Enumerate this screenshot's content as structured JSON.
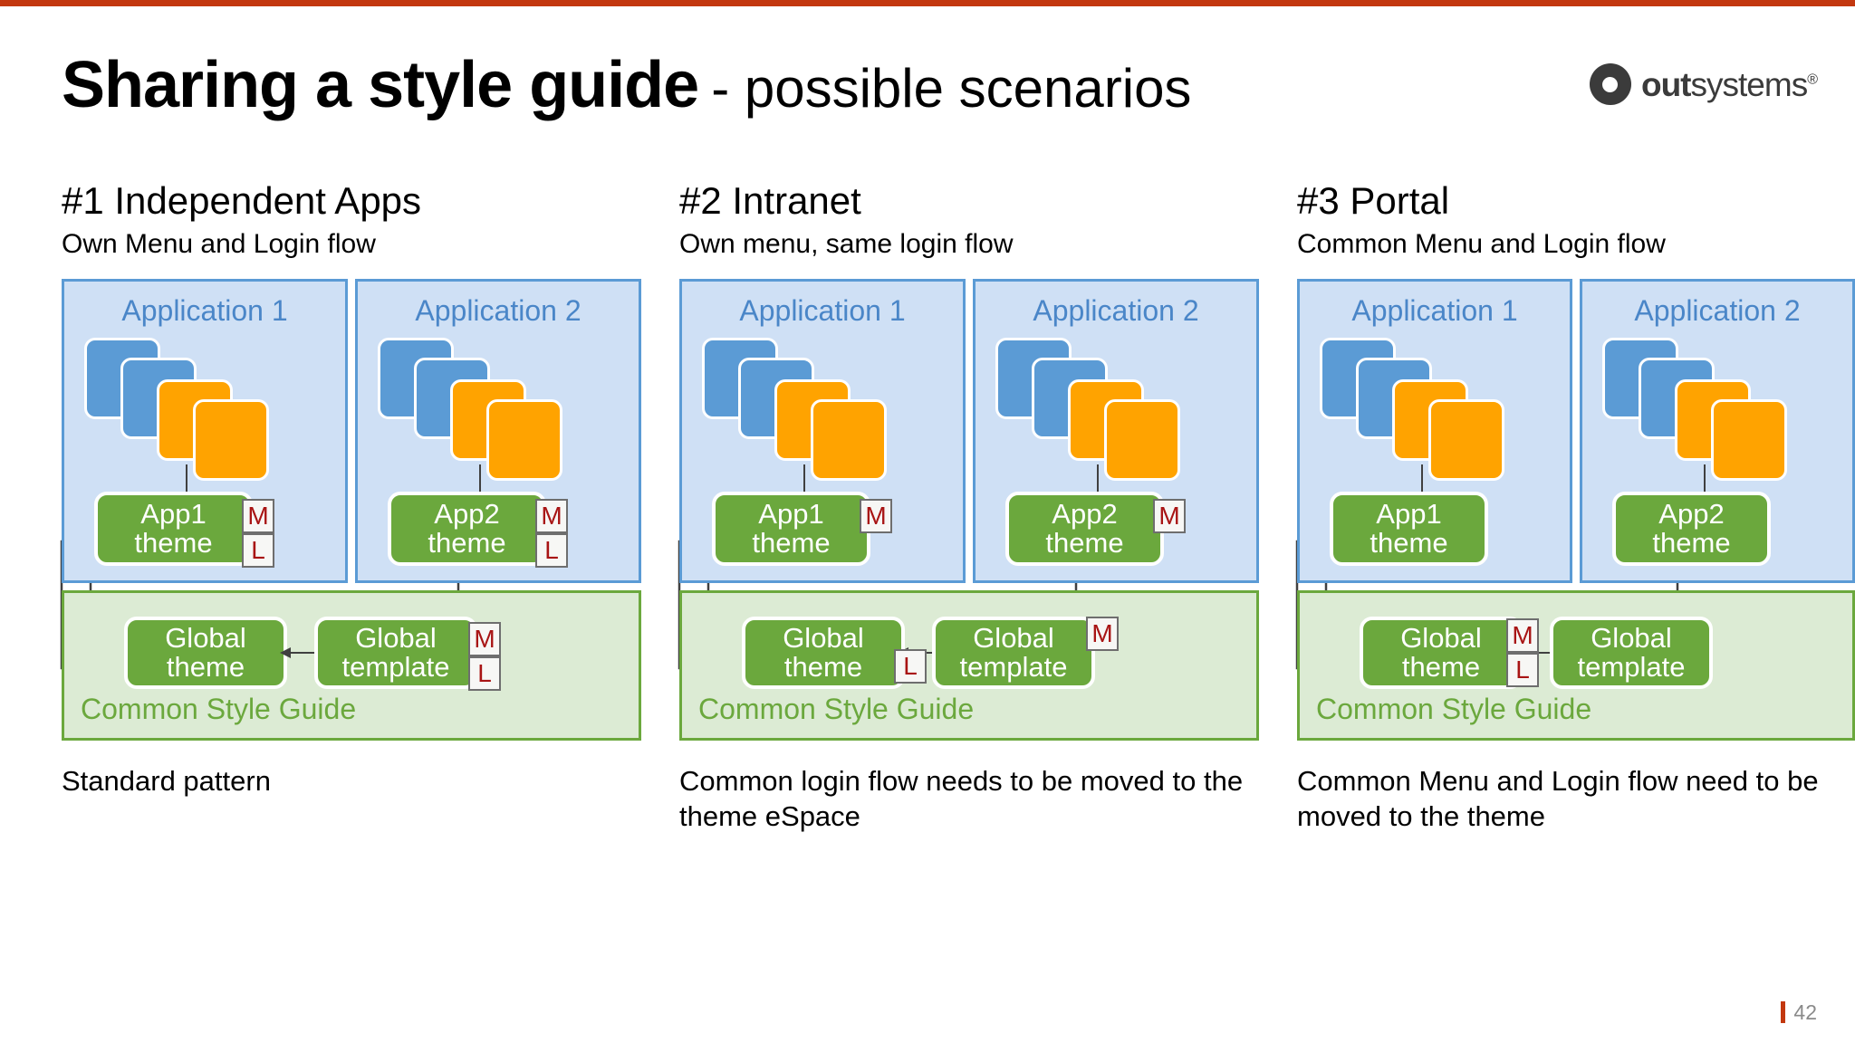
{
  "slide": {
    "title_bold": "Sharing a style guide",
    "title_light": "- possible scenarios",
    "page_number": "42",
    "accent_red": "#C3380F",
    "blue_panel_bg": "#CFE0F5",
    "blue_panel_border": "#5B9BD5",
    "green_panel_bg": "#DCEBD4",
    "green_panel_border": "#6BA83D",
    "box_green": "#6BA83D",
    "square_blue": "#5B9BD5",
    "square_orange": "#FFA300",
    "badge_text_color": "#A81414"
  },
  "logo": {
    "text_bold": "out",
    "text_light": "systems",
    "registered": "®",
    "mark": "donut-icon"
  },
  "columns": [
    {
      "heading": "#1 Independent Apps",
      "subheading": "Own Menu and Login flow",
      "apps": [
        {
          "title": "Application 1",
          "theme_line1": "App1",
          "theme_line2": "theme",
          "badges": [
            "M",
            "L"
          ]
        },
        {
          "title": "Application 2",
          "theme_line1": "App2",
          "theme_line2": "theme",
          "badges": [
            "M",
            "L"
          ]
        }
      ],
      "style_guide": {
        "label": "Common Style Guide",
        "global_theme_line1": "Global",
        "global_theme_line2": "theme",
        "global_theme_badges": [],
        "global_template_line1": "Global",
        "global_template_line2": "template",
        "global_template_badges": [
          "M",
          "L"
        ]
      },
      "caption": "Standard pattern"
    },
    {
      "heading": "#2 Intranet",
      "subheading": "Own menu, same login flow",
      "apps": [
        {
          "title": "Application 1",
          "theme_line1": "App1",
          "theme_line2": "theme",
          "badges": [
            "M"
          ]
        },
        {
          "title": "Application 2",
          "theme_line1": "App2",
          "theme_line2": "theme",
          "badges": [
            "M"
          ]
        }
      ],
      "style_guide": {
        "label": "Common Style Guide",
        "global_theme_line1": "Global",
        "global_theme_line2": "theme",
        "global_theme_badges": [
          "L"
        ],
        "global_template_line1": "Global",
        "global_template_line2": "template",
        "global_template_badges": [
          "M"
        ]
      },
      "caption": "Common login flow needs to be moved to the theme eSpace"
    },
    {
      "heading": "#3 Portal",
      "subheading": "Common Menu and Login flow",
      "apps": [
        {
          "title": "Application 1",
          "theme_line1": "App1",
          "theme_line2": "theme",
          "badges": []
        },
        {
          "title": "Application 2",
          "theme_line1": "App2",
          "theme_line2": "theme",
          "badges": []
        }
      ],
      "style_guide": {
        "label": "Common Style Guide",
        "global_theme_line1": "Global",
        "global_theme_line2": "theme",
        "global_theme_badges": [
          "M",
          "L"
        ],
        "global_template_line1": "Global",
        "global_template_line2": "template",
        "global_template_badges": []
      },
      "caption": "Common Menu and Login flow need to be moved to the theme"
    }
  ]
}
